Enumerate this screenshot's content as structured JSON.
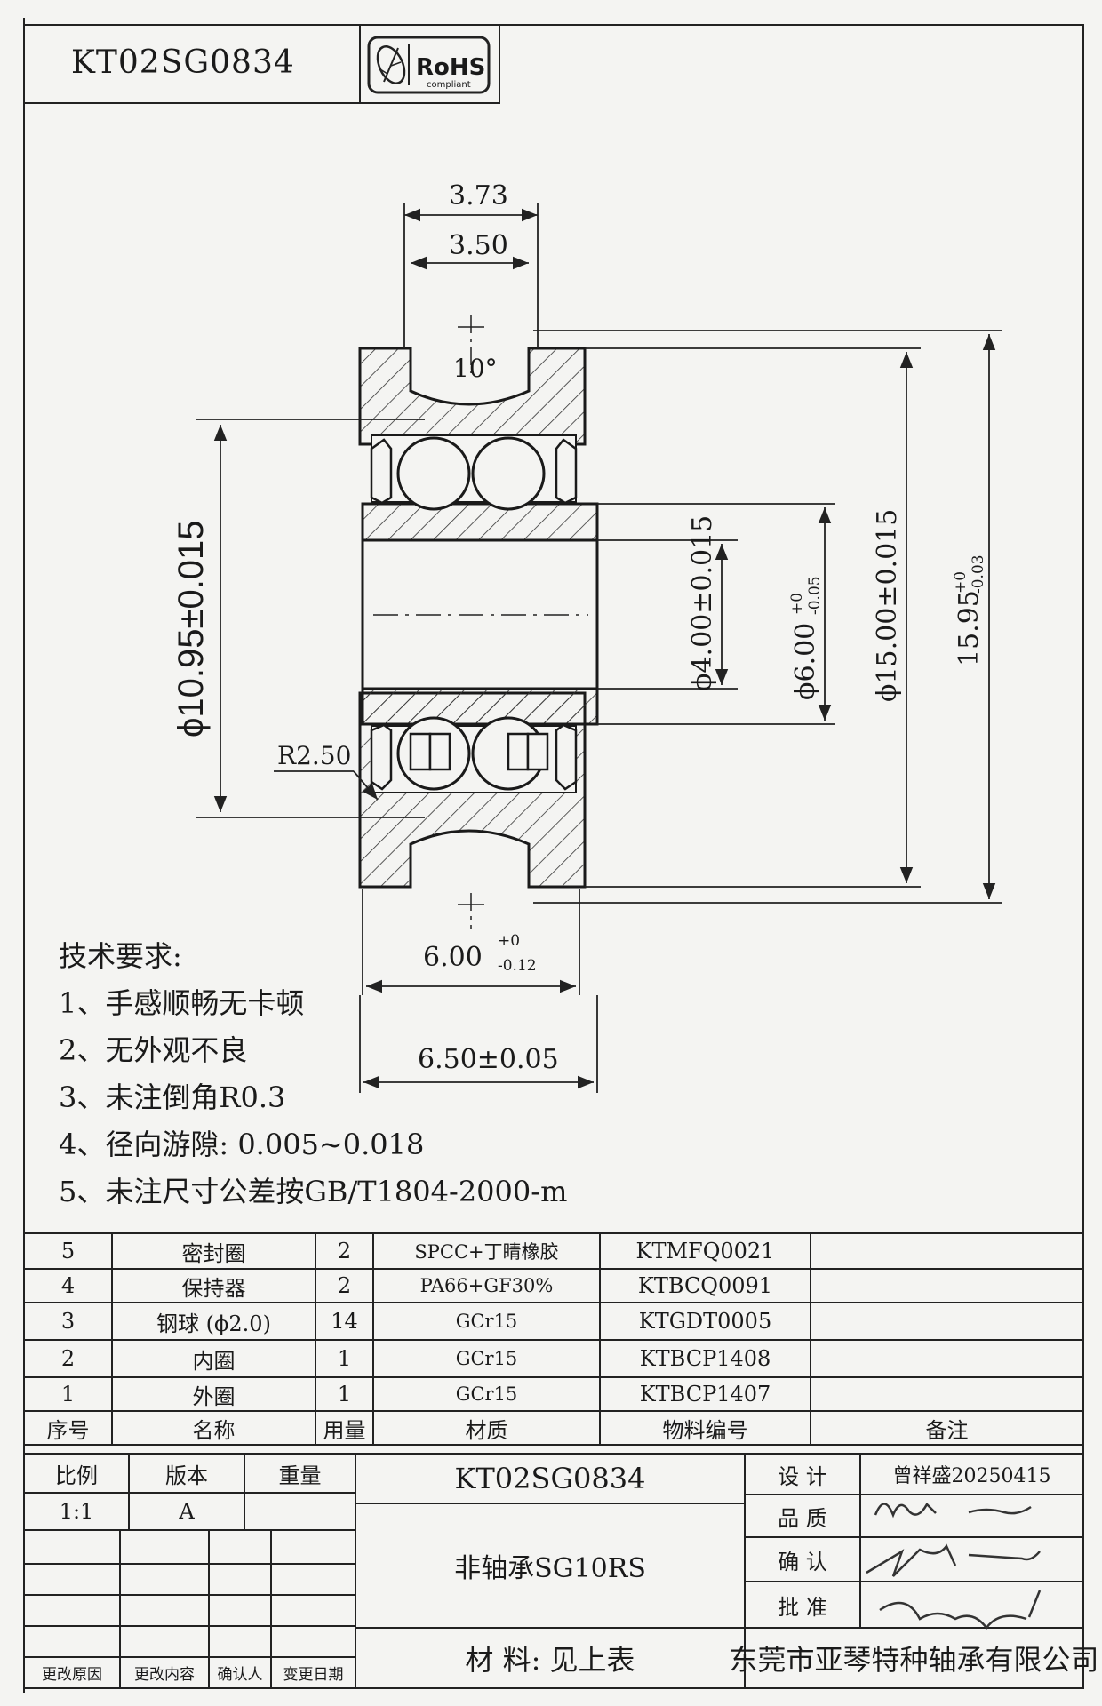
{
  "header": {
    "part_no": "KT02SG0834",
    "rohs_main": "RoHS",
    "rohs_sub": "compliant"
  },
  "dimensions": {
    "top_width": "3.73",
    "top_inner": "3.50",
    "groove_angle": "10°",
    "groove_dia": "ϕ10.95±0.015",
    "bore": "ϕ4.00±0.015",
    "inner_ring_od": "ϕ6.00",
    "inner_ring_tol_up": "+0",
    "inner_ring_tol_low": "-0.05",
    "outer_dia": "ϕ15.00±0.015",
    "overall_dia": "15.95",
    "overall_tol_up": "+0",
    "overall_tol_low": "-0.03",
    "radius": "R2.50",
    "width_inner": "6.00",
    "width_inner_tol_up": "+0",
    "width_inner_tol_low": "-0.12",
    "width_overall": "6.50±0.05"
  },
  "notes": {
    "heading": "技术要求:",
    "items": [
      "1、手感顺畅无卡顿",
      "2、无外观不良",
      "3、未注倒角R0.3",
      "4、径向游隙: 0.005~0.018",
      "5、未注尺寸公差按GB/T1804-2000-m"
    ]
  },
  "bom": {
    "headers": [
      "序号",
      "名称",
      "用量",
      "材质",
      "物料编号",
      "备注"
    ],
    "rows": [
      [
        "5",
        "密封圈",
        "2",
        "SPCC+丁睛橡胶",
        "KTMFQ0021",
        ""
      ],
      [
        "4",
        "保持器",
        "2",
        "PA66+GF30%",
        "KTBCQ0091",
        ""
      ],
      [
        "3",
        "钢球 (ϕ2.0)",
        "14",
        "GCr15",
        "KTGDT0005",
        ""
      ],
      [
        "2",
        "内圈",
        "1",
        "GCr15",
        "KTBCP1408",
        ""
      ],
      [
        "1",
        "外圈",
        "1",
        "GCr15",
        "KTBCP1407",
        ""
      ]
    ]
  },
  "title_block": {
    "scale_label": "比例",
    "scale": "1:1",
    "version_label": "版本",
    "version": "A",
    "weight_label": "重量",
    "drawing_no": "KT02SG0834",
    "name": "非轴承SG10RS",
    "material": "材    料: 见上表",
    "design_label": "设 计",
    "designer": "曾祥盛20250415",
    "quality_label": "品 质",
    "confirm_label": "确 认",
    "approve_label": "批 准",
    "change_reason": "更改原因",
    "change_content": "更改内容",
    "confirmer": "确认人",
    "change_date": "变更日期",
    "company": "东莞市亚琴特种轴承有限公司"
  }
}
